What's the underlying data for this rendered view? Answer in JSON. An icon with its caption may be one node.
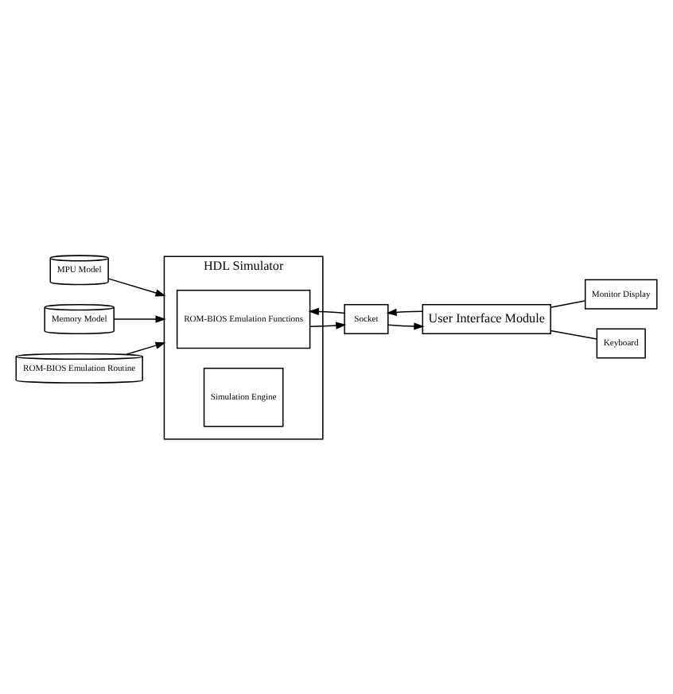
{
  "diagram": {
    "nodes": [
      {
        "text": [
          "HDL Simulator"
        ]
      },
      {
        "text": [
          "ROM-BIOS Emulation Functions"
        ],
        "in": 0
      },
      {
        "text": [
          "Simulation Engine"
        ],
        "in": 0
      },
      {
        "text": [
          "MPU Model"
        ]
      },
      {
        "text": [
          "Memory Model"
        ]
      },
      {
        "text": [
          "ROM-BIOS Emulation Routine"
        ]
      },
      {
        "text": [
          "Socket"
        ]
      },
      {
        "text": [
          "User Interface Module"
        ]
      },
      {
        "text": [
          "Monitor Display"
        ]
      },
      {
        "text": [
          "Keyboard"
        ]
      }
    ],
    "edges": [
      {
        "from": 3,
        "to": 0,
        "arrow": "to"
      },
      {
        "from": 4,
        "to": 0,
        "arrow": "to"
      },
      {
        "from": 5,
        "to": 0,
        "arrow": "to"
      },
      {
        "from": 6,
        "to": 1,
        "arrow": "to"
      },
      {
        "from": 1,
        "to": 6,
        "arrow": "to"
      },
      {
        "from": 7,
        "to": 6,
        "arrow": "to"
      },
      {
        "from": 6,
        "to": 7,
        "arrow": "to"
      },
      {
        "from": 7,
        "to": 8,
        "arrow": "none"
      },
      {
        "from": 7,
        "to": 9,
        "arrow": "none"
      }
    ]
  }
}
